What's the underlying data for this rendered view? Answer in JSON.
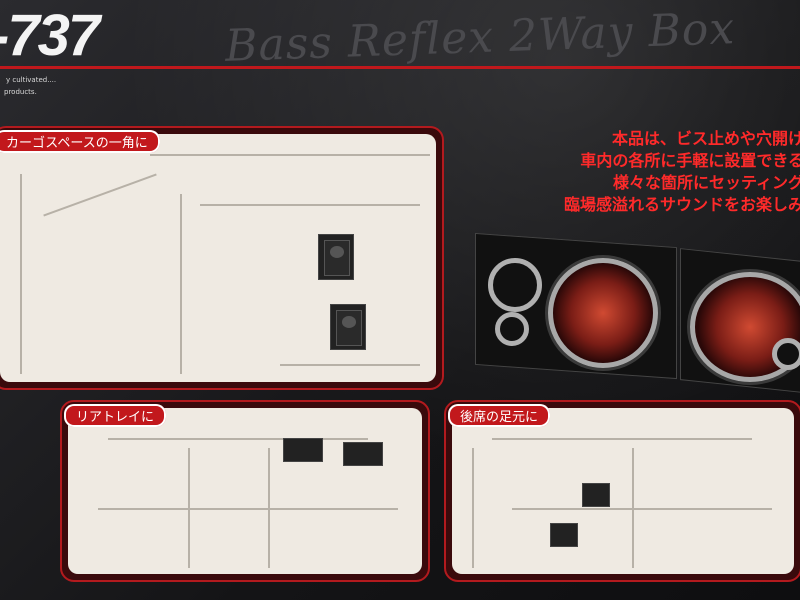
{
  "header": {
    "model": "-737",
    "script": "Bass Reflex 2Way Box",
    "tagline_1": "y cultivated....",
    "tagline_2": "products."
  },
  "panels": {
    "cargo": {
      "label": "カーゴスペースの一角に"
    },
    "rear_tray": {
      "label": "リアトレイに"
    },
    "rear_feet": {
      "label": "後席の足元に"
    }
  },
  "description": {
    "lines": [
      "本品は、ビス止めや穴開け加",
      "車内の各所に手軽に設置できるス",
      "様々な箇所にセッティングし",
      "臨場感溢れるサウンドをお楽しみく"
    ]
  },
  "colors": {
    "accent": "#c0181c",
    "panel_bg": "#efeae2",
    "text_red": "#ff2a2a"
  }
}
